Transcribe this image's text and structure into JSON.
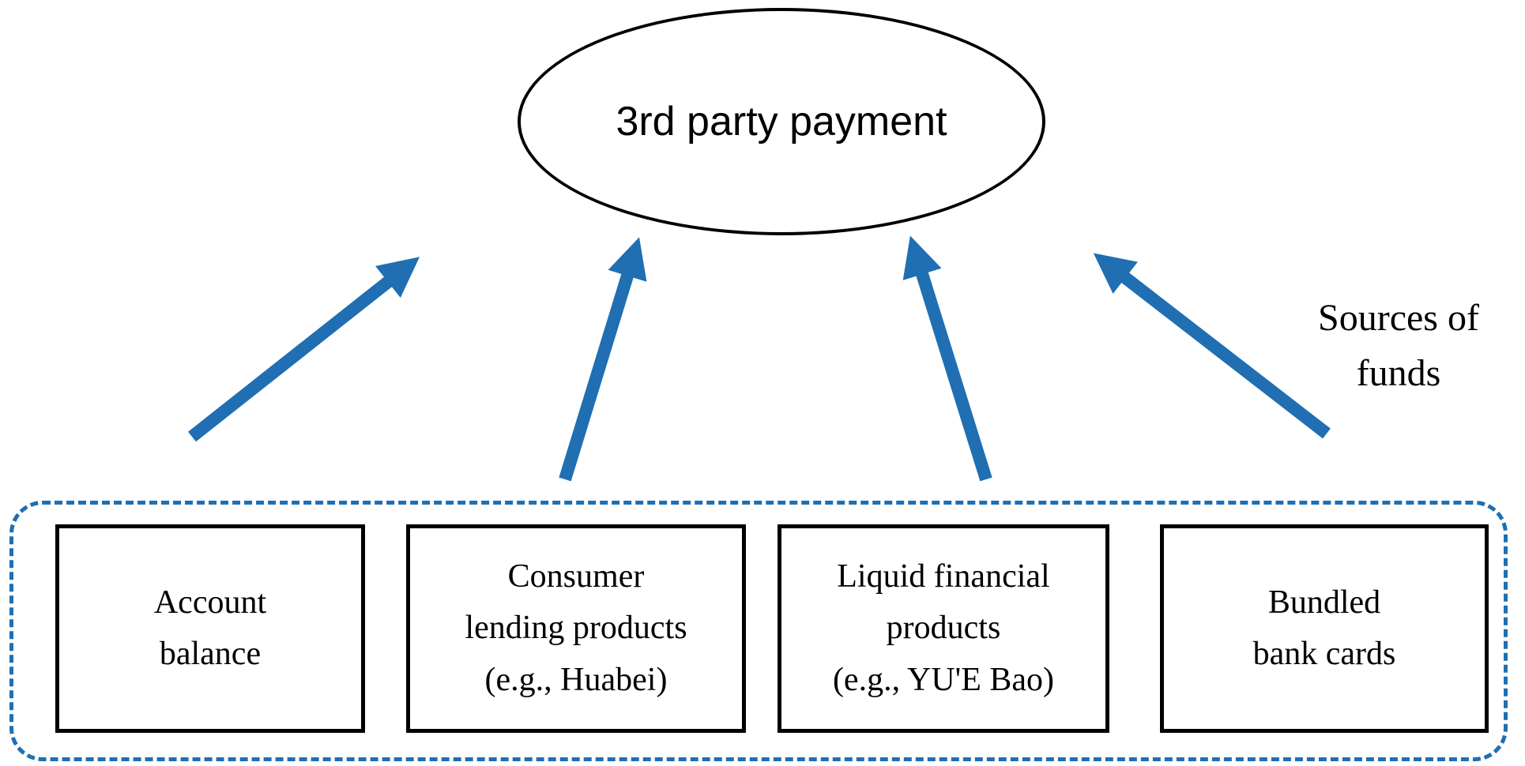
{
  "diagram": {
    "ellipse_label": "3rd party payment",
    "side_label": "Sources of\nfunds",
    "boxes": [
      {
        "label": "Account\nbalance"
      },
      {
        "label": "Consumer\nlending products\n(e.g., Huabei)"
      },
      {
        "label": "Liquid financial\nproducts\n(e.g., YU'E Bao)"
      },
      {
        "label": "Bundled\nbank cards"
      }
    ],
    "arrows": [
      {
        "name": "arrow-from-account-balance"
      },
      {
        "name": "arrow-from-consumer-lending"
      },
      {
        "name": "arrow-from-liquid-financial"
      },
      {
        "name": "arrow-from-bundled-bank-cards"
      }
    ],
    "colors": {
      "accent": "#1f6fb2",
      "box_border": "#000000",
      "text": "#000000",
      "background": "#ffffff"
    }
  }
}
